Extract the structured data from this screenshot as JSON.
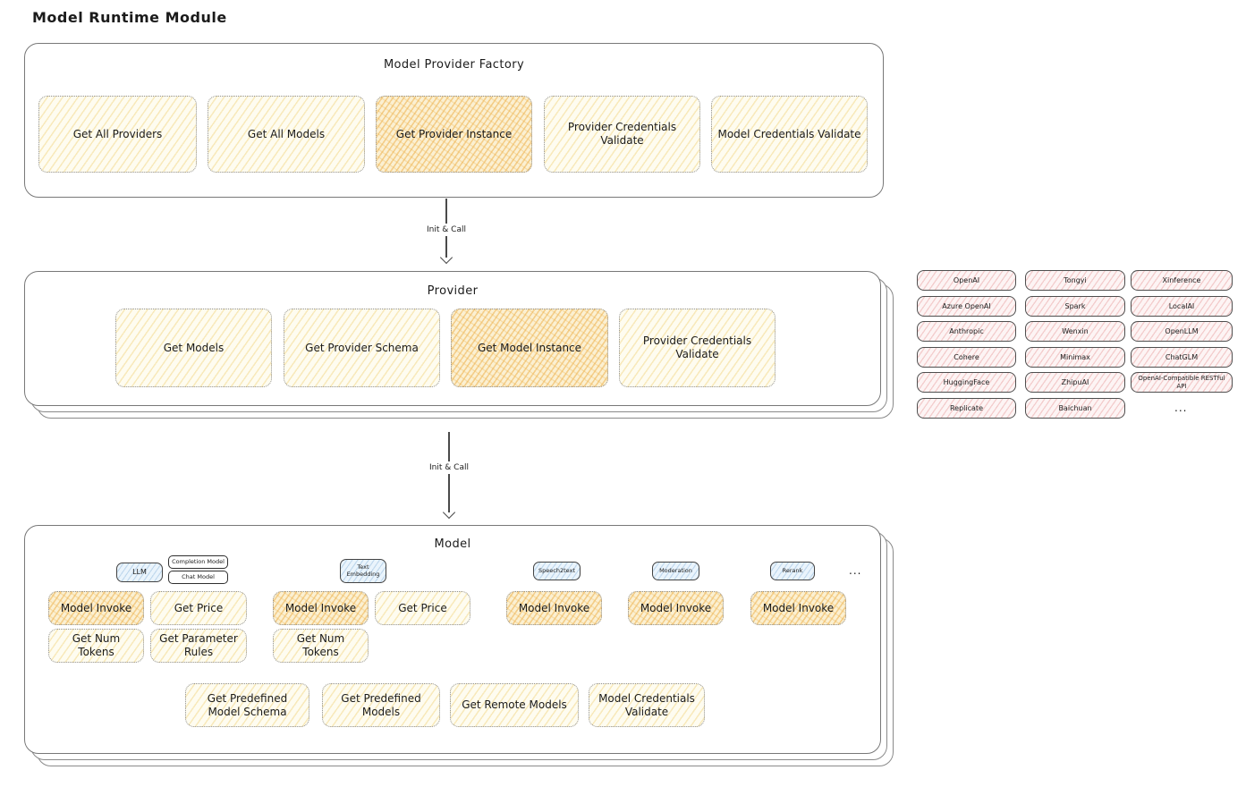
{
  "title": "Model Runtime Module",
  "colors": {
    "yellow_fill": "#fefcf0",
    "yellow_hatch": "#f0cd69",
    "orange_highlight_fill": "#fbf0d2",
    "orange_hatch": "#eeb24e",
    "pink_fill": "#fdf4f4",
    "pink_hatch": "#e18282",
    "blue_fill": "#eaf4fc",
    "panel_border": "#787878"
  },
  "arrow1_label": "Init & Call",
  "arrow2_label": "Init & Call",
  "factory": {
    "title": "Model Provider Factory",
    "boxes": [
      {
        "label": "Get All Providers",
        "highlighted": false
      },
      {
        "label": "Get All Models",
        "highlighted": false
      },
      {
        "label": "Get Provider Instance",
        "highlighted": true
      },
      {
        "label": "Provider Credentials Validate",
        "highlighted": false
      },
      {
        "label": "Model Credentials Validate",
        "highlighted": false
      }
    ]
  },
  "provider": {
    "title": "Provider",
    "boxes": [
      {
        "label": "Get Models",
        "highlighted": false
      },
      {
        "label": "Get Provider Schema",
        "highlighted": false
      },
      {
        "label": "Get Model Instance",
        "highlighted": true
      },
      {
        "label": "Provider Credentials Validate",
        "highlighted": false
      }
    ]
  },
  "providers_grid": {
    "col1": [
      "OpenAI",
      "Azure OpenAI",
      "Anthropic",
      "Cohere",
      "HuggingFace",
      "Replicate"
    ],
    "col2": [
      "Tongyi",
      "Spark",
      "Wenxin",
      "Minimax",
      "ZhipuAI",
      "Baichuan"
    ],
    "col3": [
      "Xinference",
      "LocalAI",
      "OpenLLM",
      "ChatGLM",
      "OpenAI-Compatible RESTful API"
    ],
    "more": "..."
  },
  "model": {
    "title": "Model",
    "more": "...",
    "groups": [
      {
        "tag": "LLM",
        "subtags": [
          "Completion Model",
          "Chat Model"
        ],
        "ops": [
          "Model Invoke",
          "Get Price",
          "Get Num Tokens",
          "Get Parameter Rules"
        ]
      },
      {
        "tag": "Text Embedding",
        "ops": [
          "Model Invoke",
          "Get Price",
          "Get Num Tokens"
        ]
      },
      {
        "tag": "Speech2text",
        "ops": [
          "Model Invoke"
        ]
      },
      {
        "tag": "Moderation",
        "ops": [
          "Model Invoke"
        ]
      },
      {
        "tag": "Rerank",
        "ops": [
          "Model Invoke"
        ]
      }
    ],
    "bottom": [
      "Get Predefined Model Schema",
      "Get Predefined Models",
      "Get Remote Models",
      "Model Credentials Validate"
    ]
  }
}
